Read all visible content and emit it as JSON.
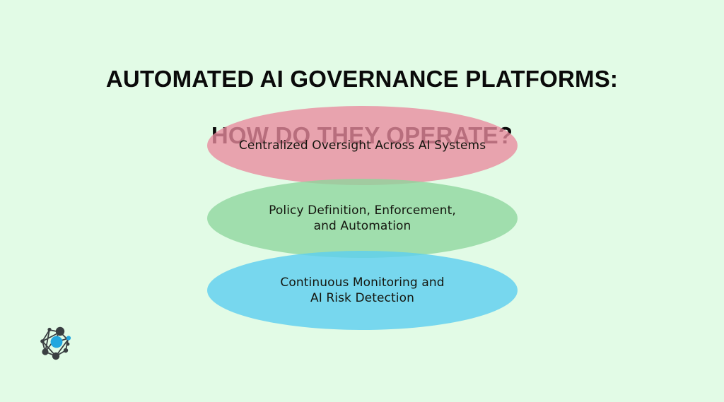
{
  "slide": {
    "background_color": "#e2fbe6",
    "title_lines": [
      "AUTOMATED AI GOVERNANCE PLATFORMS:",
      "HOW DO THEY OPERATE?"
    ],
    "title_color": "#0a0a0a"
  },
  "chart_data": {
    "type": "diagram",
    "diagram_style": "stacked-overlapping-ellipses",
    "title": "AUTOMATED AI GOVERNANCE PLATFORMS: HOW DO THEY OPERATE?",
    "layers": [
      {
        "order": 1,
        "label": "Centralized Oversight Across AI Systems",
        "color": "#eda0ad"
      },
      {
        "order": 2,
        "label": "Policy Definition, Enforcement,\nand Automation",
        "color": "#a9e0b1"
      },
      {
        "order": 3,
        "label": "Continuous Monitoring and\nAI Risk Detection",
        "color": "#83dcf4"
      }
    ],
    "legend": "none",
    "text_color": "#14160f"
  },
  "logo": {
    "name": "network-nodes-logo",
    "node_color": "#3a3f42",
    "accent_color": "#22a7df"
  }
}
